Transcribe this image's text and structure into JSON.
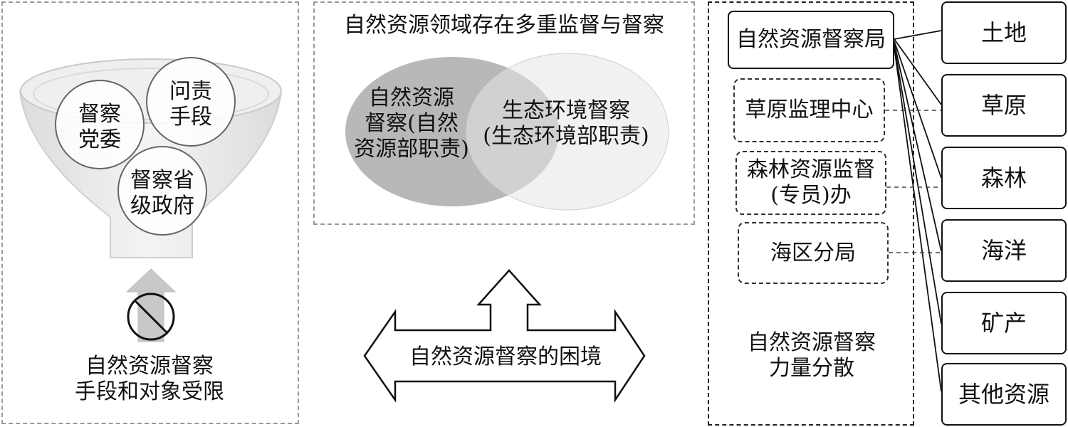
{
  "left_panel": {
    "funnel_circles": [
      "督察\n党委",
      "问责\n手段",
      "督察省\n级政府"
    ],
    "caption": "自然资源督察\n手段和对象受限",
    "icon": "prohibited-icon"
  },
  "middle_panel": {
    "title": "自然资源领域存在多重监督与督察",
    "venn_left": "自然资源\n督察(自然\n资源部职责)",
    "venn_right": "生态环境督察\n(生态环境部职责)",
    "center_label": "自然资源督察的困境"
  },
  "right_panel": {
    "main_box": "自然资源督察局",
    "dashed_boxes": [
      "草原监理中心",
      "森林资源监督\n(专员)办",
      "海区分局"
    ],
    "caption": "自然资源督察\n力量分散",
    "resources": [
      "土地",
      "草原",
      "森林",
      "海洋",
      "矿产",
      "其他资源"
    ]
  },
  "colors": {
    "dark_circle": "#b8b8b8",
    "light_circle": "#e6e6e6",
    "funnel": "#ececec",
    "arrow_gray": "#c8c8c8"
  }
}
